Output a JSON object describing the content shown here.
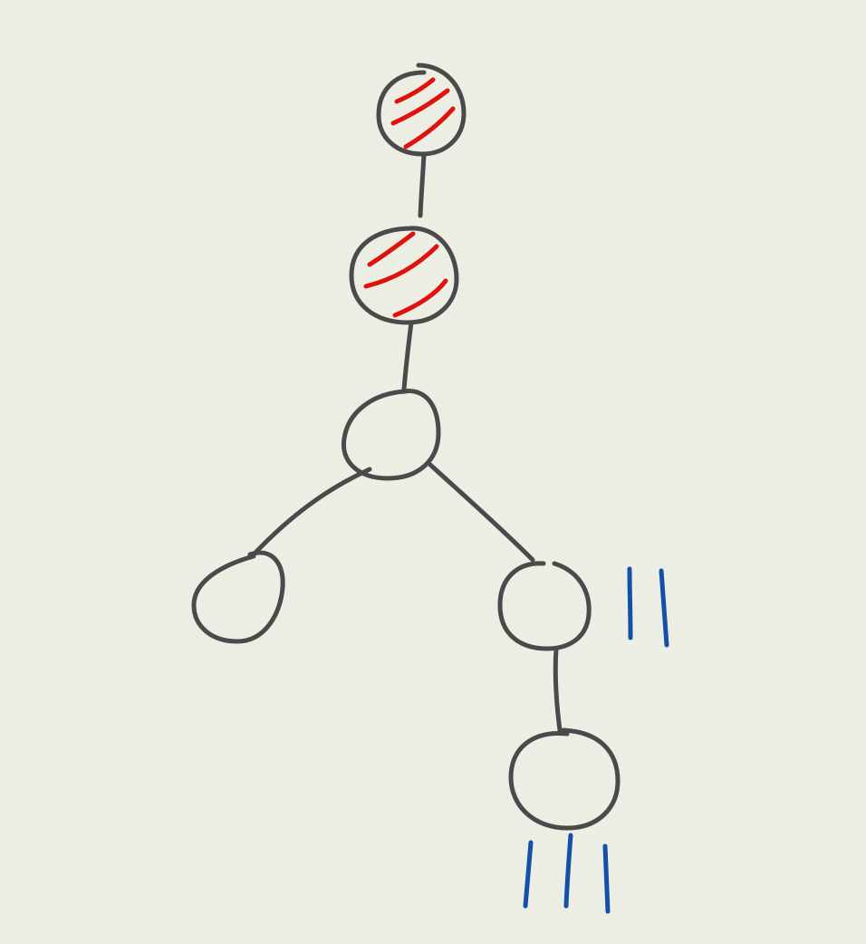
{
  "diagram": {
    "kind": "hand-drawn tree",
    "colors": {
      "paper": "#eef0e6",
      "ink": "#4a4a4a",
      "hatch": "#e0120e",
      "tally": "#1450a8"
    },
    "nodes": [
      {
        "id": "n1",
        "hatched": true,
        "tally_marks": 0
      },
      {
        "id": "n2",
        "hatched": true,
        "tally_marks": 0
      },
      {
        "id": "n3",
        "hatched": false,
        "tally_marks": 0
      },
      {
        "id": "n4",
        "hatched": false,
        "tally_marks": 0
      },
      {
        "id": "n5",
        "hatched": false,
        "tally_marks": 2
      },
      {
        "id": "n6",
        "hatched": false,
        "tally_marks": 3
      }
    ],
    "edges": [
      {
        "from": "n1",
        "to": "n2"
      },
      {
        "from": "n2",
        "to": "n3"
      },
      {
        "from": "n3",
        "to": "n4"
      },
      {
        "from": "n3",
        "to": "n5"
      },
      {
        "from": "n5",
        "to": "n6"
      }
    ]
  }
}
